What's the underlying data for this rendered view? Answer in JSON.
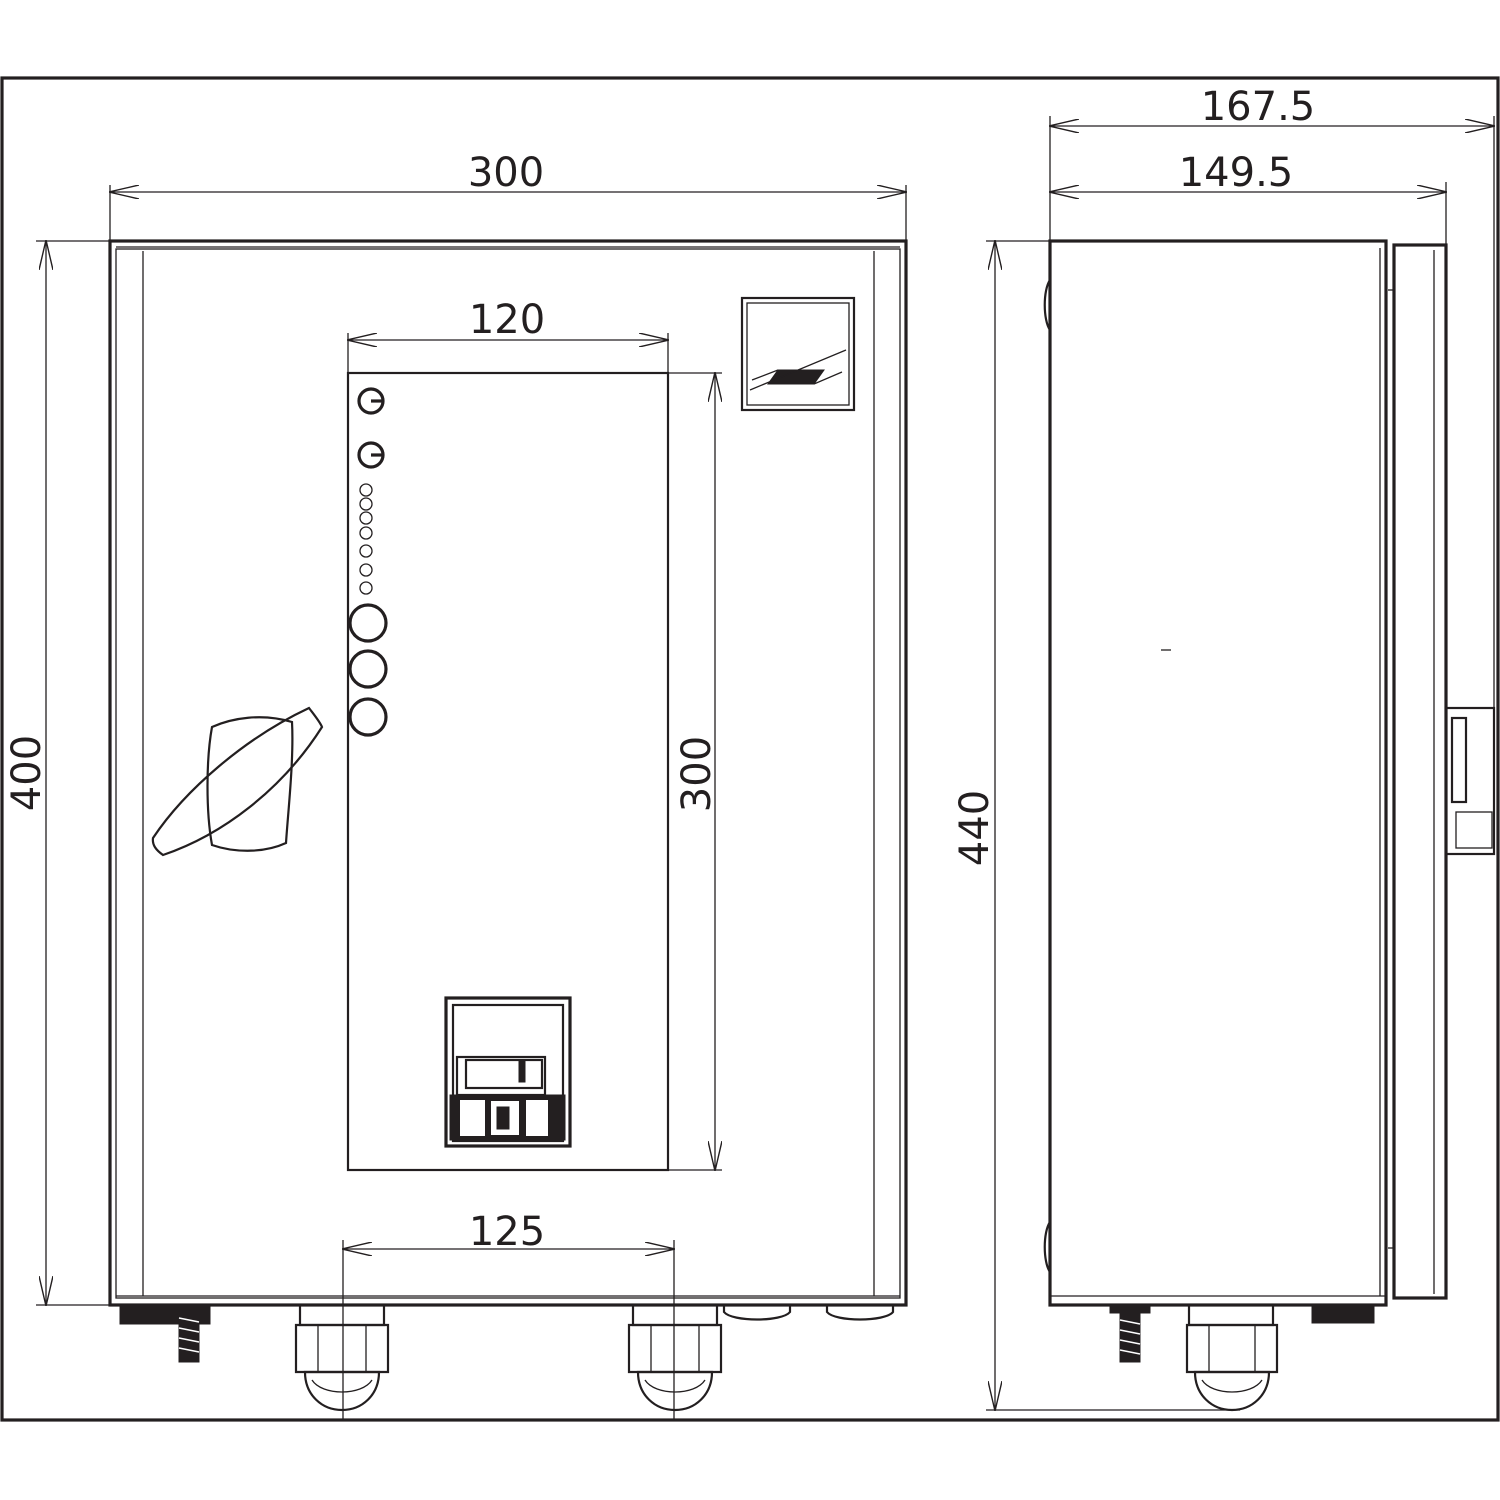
{
  "dimensions": {
    "front_width": "300",
    "front_height": "400",
    "panel_width": "120",
    "panel_height": "300",
    "gland_spacing": "125",
    "side_depth_total": "167.5",
    "side_depth_body": "149.5",
    "side_height_total": "440"
  },
  "colors": {
    "line": "#231f20",
    "background": "#ffffff"
  }
}
